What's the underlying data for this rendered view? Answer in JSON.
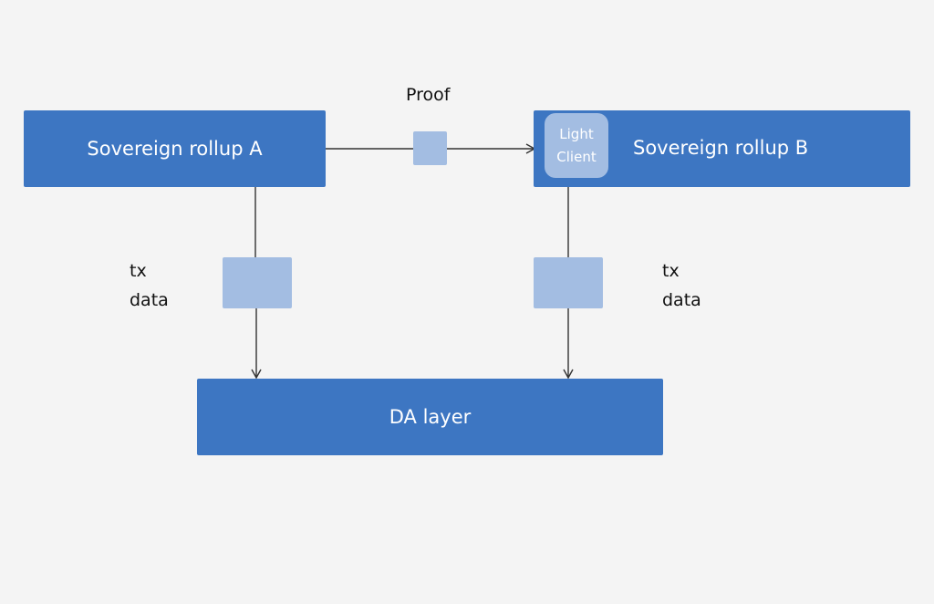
{
  "nodes": {
    "rollup_a": "Sovereign rollup A",
    "rollup_b": "Sovereign rollup B",
    "light_client": [
      "Light",
      "Client"
    ],
    "da_layer": "DA layer"
  },
  "labels": {
    "proof": "Proof",
    "tx_data_a": [
      "tx",
      "data"
    ],
    "tx_data_b": [
      "tx",
      "data"
    ]
  },
  "colors": {
    "background": "#f4f4f4",
    "node_fill": "#3d76c2",
    "packet_fill": "#a3bde2",
    "line": "#333333"
  }
}
